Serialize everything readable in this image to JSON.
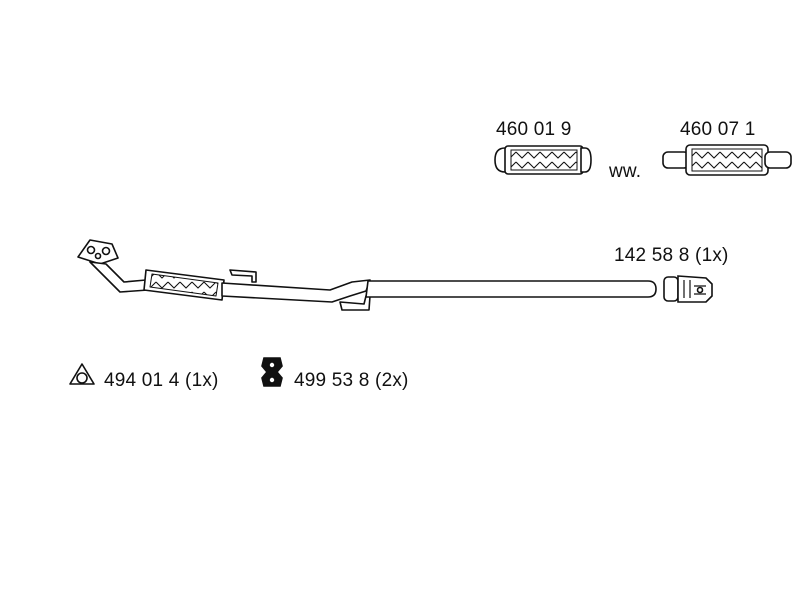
{
  "parts": {
    "flex_pipe_a": {
      "number": "460 01 9"
    },
    "alternative": {
      "text": "ww."
    },
    "flex_pipe_b": {
      "number": "460 07 1"
    },
    "clamp": {
      "number": "142 58 8 (1x)"
    },
    "gasket": {
      "number": "494 01 4 (1x)"
    },
    "rubber_mount": {
      "number": "499 53 8 (2x)"
    }
  },
  "colors": {
    "line": "#111111",
    "background": "#ffffff"
  }
}
